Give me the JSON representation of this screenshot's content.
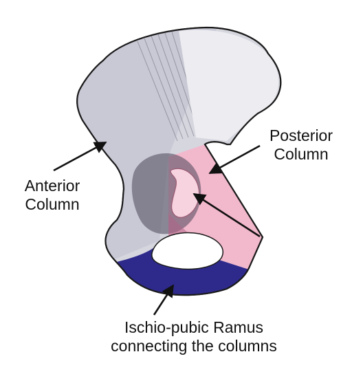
{
  "labels": {
    "anterior_column": [
      "Anterior",
      "Column"
    ],
    "posterior_column": [
      "Posterior",
      "Column"
    ],
    "ischio_pubic_ramus": [
      "Ischio-pubic Ramus",
      "connecting the columns"
    ]
  },
  "colors": {
    "anterior_region": "#c9c9d6",
    "posterior_region": "#f2b8cc",
    "ramus_region": "#2e2a8c",
    "outline": "#1a1a1a",
    "arrow": "#111111"
  }
}
